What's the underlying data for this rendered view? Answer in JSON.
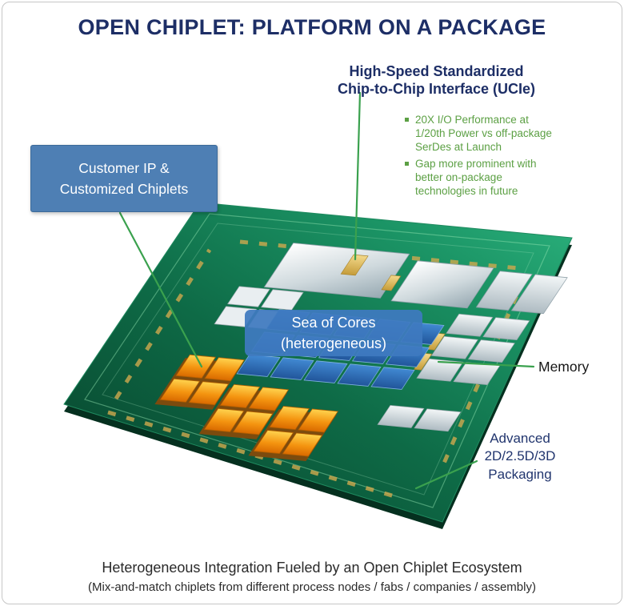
{
  "title": "OPEN CHIPLET: PLATFORM ON A PACKAGE",
  "ucie": {
    "heading": "High-Speed Standardized\nChip-to-Chip Interface (UCIe)",
    "bullets": [
      "20X I/O Performance at\n1/20th Power vs off-package\nSerDes at Launch",
      "Gap more prominent with\nbetter on-package\ntechnologies in future"
    ]
  },
  "callouts": {
    "customer_ip": "Customer IP &\nCustomized Chiplets",
    "sea_of_cores": "Sea of Cores\n(heterogeneous)",
    "memory": "Memory",
    "packaging": "Advanced\n2D/2.5D/3D\nPackaging"
  },
  "footer": {
    "line1": "Heterogeneous Integration Fueled by an Open Chiplet Ecosystem",
    "line2": "(Mix-and-match chiplets from different process nodes / fabs / companies / assembly)"
  },
  "colors": {
    "heading_navy": "#1d2e66",
    "bullet_green": "#5ca044",
    "leader_line_green": "#3aa14e",
    "customer_box_blue": "#4e7fb4",
    "sea_box_blue": "#3e7ac0",
    "board_green": "#0e6a46",
    "core_tile_blue": "#2f6cb3",
    "memory_silver": "#c7d0d5",
    "chiplet_orange": "#f49410",
    "gold_pad": "#cfa94e"
  }
}
